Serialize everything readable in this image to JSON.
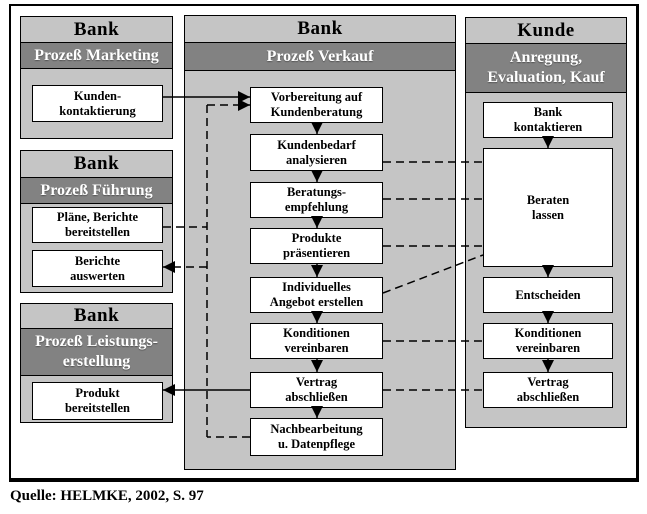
{
  "caption": "Quelle: HELMKE, 2002, S. 97",
  "colors": {
    "panel_bg": "#c5c5c5",
    "process_band_bg": "#828282",
    "process_band_text": "#ffffff",
    "node_bg": "#ffffff",
    "line": "#000000"
  },
  "panels": {
    "marketing": {
      "org": "Bank",
      "process": "Prozeß Marketing",
      "boxes": {
        "kontaktierung": "Kunden-\nkontaktierung"
      }
    },
    "fuehrung": {
      "org": "Bank",
      "process": "Prozeß Führung",
      "boxes": {
        "plaene": "Pläne, Berichte\nbereitstellen",
        "berichte": "Berichte\nauswerten"
      }
    },
    "leistung": {
      "org": "Bank",
      "process": "Prozeß Leistungs-\nerstellung",
      "boxes": {
        "produkt": "Produkt\nbereitstellen"
      }
    },
    "verkauf": {
      "org": "Bank",
      "process": "Prozeß Verkauf",
      "boxes": {
        "vorbereitung": "Vorbereitung auf\nKundenberatung",
        "kundenbedarf": "Kundenbedarf\nanalysieren",
        "beratung": "Beratungs-\nempfehlung",
        "produkte": "Produkte\npräsentieren",
        "angebot": "Individuelles\nAngebot erstellen",
        "konditionen": "Konditionen\nvereinbaren",
        "vertrag": "Vertrag\nabschließen",
        "nachbearbeitung": "Nachbearbeitung\nu. Datenpflege"
      }
    },
    "kunde": {
      "org": "Kunde",
      "process": "Anregung,\nEvaluation, Kauf",
      "boxes": {
        "kontakt": "Bank\nkontaktieren",
        "beraten": "Beraten\nlassen",
        "entscheiden": "Entscheiden",
        "konditionen": "Konditionen\nvereinbaren",
        "vertrag": "Vertrag\nabschließen"
      }
    }
  },
  "connections": [
    {
      "from": "Kundenkontaktierung",
      "to": "Vorbereitung auf Kundenberatung",
      "style": "solid-arrow"
    },
    {
      "from": "Nachbearbeitung u. Datenpflege",
      "to": "Vorbereitung auf Kundenberatung",
      "style": "dashed-arrow"
    },
    {
      "from": "Pläne, Berichte bereitstellen",
      "to": "Prozeß Verkauf",
      "style": "dashed"
    },
    {
      "from": "Prozeß Verkauf",
      "to": "Berichte auswerten",
      "style": "dashed-arrow"
    },
    {
      "from": "Vertrag abschließen (Bank)",
      "to": "Produkt bereitstellen",
      "style": "solid-arrow"
    },
    {
      "from": "Kundenbedarf analysieren",
      "to": "Beraten lassen",
      "style": "dashed"
    },
    {
      "from": "Beratungsempfehlung",
      "to": "Beraten lassen",
      "style": "dashed"
    },
    {
      "from": "Produkte präsentieren",
      "to": "Beraten lassen",
      "style": "dashed"
    },
    {
      "from": "Individuelles Angebot erstellen",
      "to": "Beraten lassen",
      "style": "dashed"
    },
    {
      "from": "Konditionen vereinbaren (Bank)",
      "to": "Konditionen vereinbaren (Kunde)",
      "style": "dashed"
    },
    {
      "from": "Vertrag abschließen (Bank)",
      "to": "Vertrag abschließen (Kunde)",
      "style": "dashed"
    }
  ]
}
